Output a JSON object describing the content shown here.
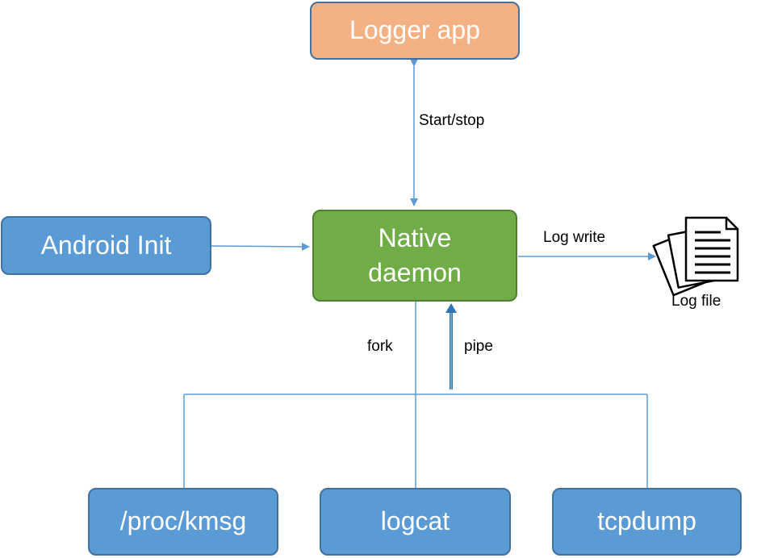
{
  "nodes": {
    "logger_app": "Logger app",
    "native_daemon": "Native\ndaemon",
    "android_init": "Android Init",
    "proc_kmsg": "/proc/kmsg",
    "logcat": "logcat",
    "tcpdump": "tcpdump"
  },
  "edges": {
    "start_stop": "Start/stop",
    "log_write": "Log write",
    "fork": "fork",
    "pipe": "pipe"
  },
  "log_file": {
    "label": "Log file",
    "icon": "document-stack-icon"
  },
  "colors": {
    "orange_fill": "#f4b183",
    "green_fill": "#70ad47",
    "blue_fill": "#5b9bd5",
    "connector": "#5b9bd5",
    "pipe_arrow": "#2e75b6"
  }
}
